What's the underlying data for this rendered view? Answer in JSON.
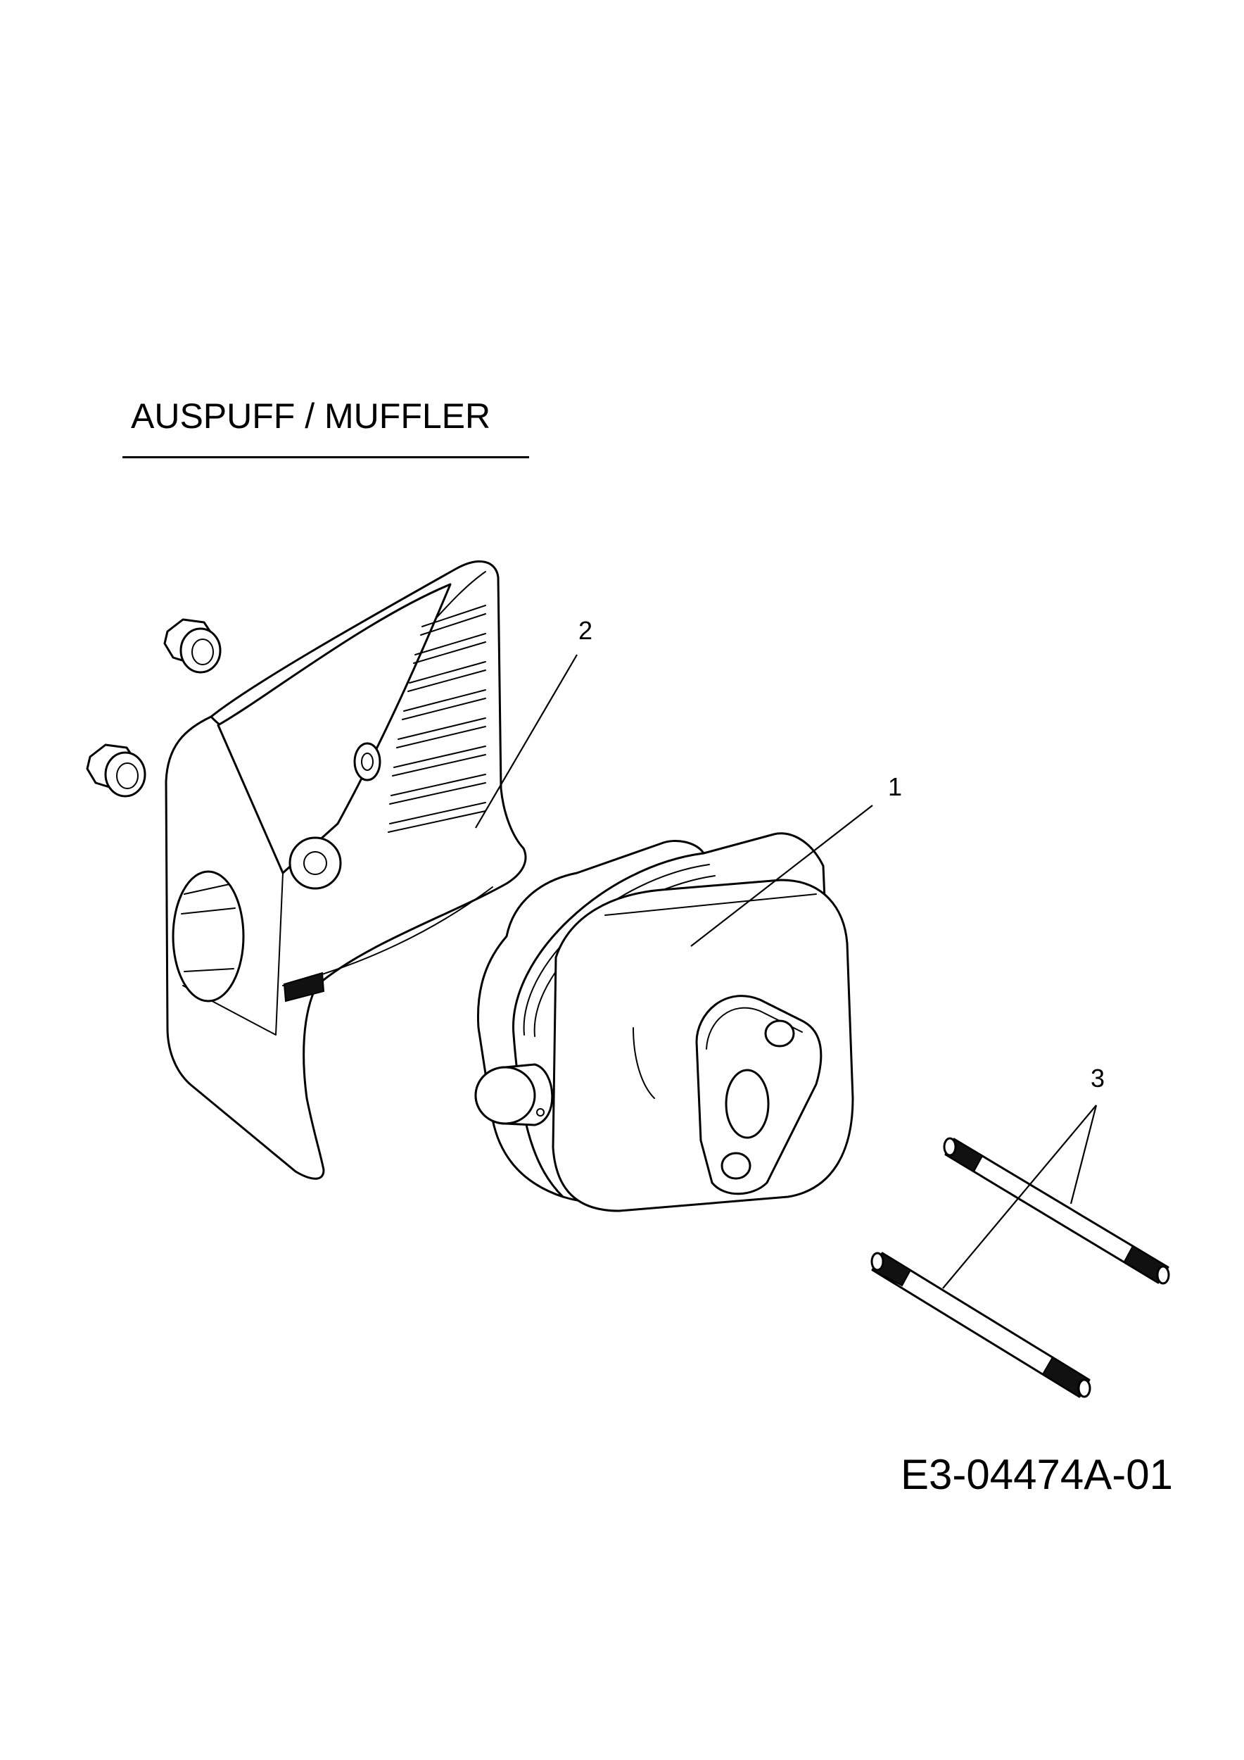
{
  "title": "AUSPUFF / MUFFLER",
  "drawing_code": "E3-04474A-01",
  "callouts": {
    "muffler": "1",
    "heat_shield": "2",
    "studs": "3"
  }
}
